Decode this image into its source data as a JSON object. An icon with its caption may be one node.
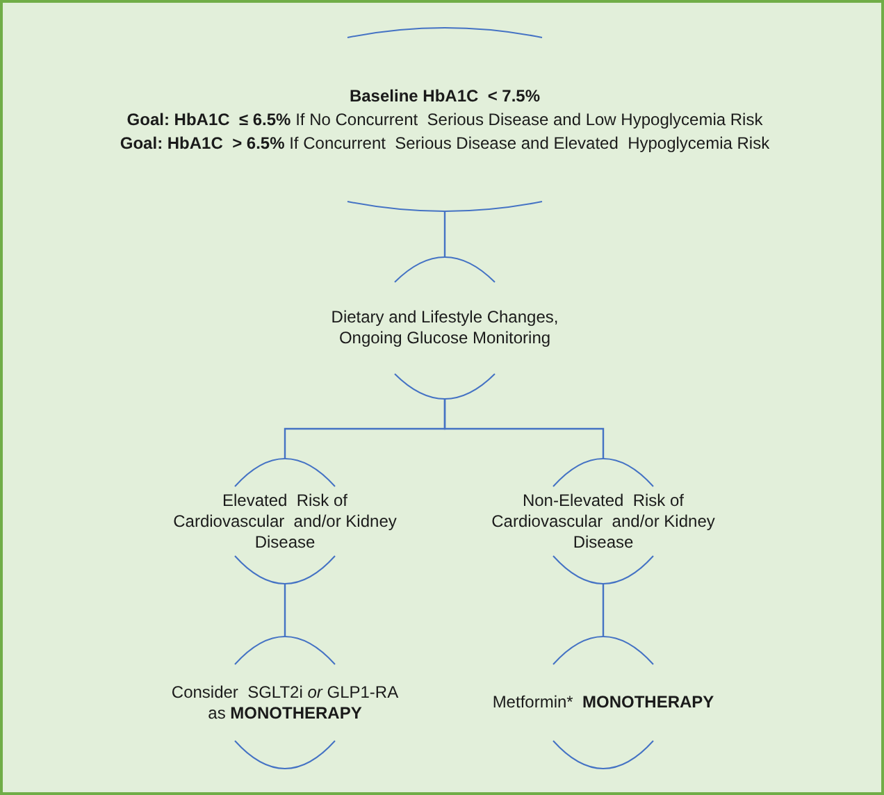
{
  "diagram": {
    "nodes": [
      {
        "text": [
          "Baseline HbA1C  < 7.5%",
          "**Goal: HbA1C  ≤ 6.5%** If No Concurrent  Serious Disease and Low Hypoglycemia Risk",
          "**Goal: HbA1C  > 6.5%** If Concurrent  Serious Disease and Elevated  Hypoglycemia Risk"
        ]
      },
      {
        "text": [
          "Dietary and Lifestyle Changes, Ongoing Glucose Monitoring"
        ]
      },
      {
        "text": [
          "Elevated  Risk of Cardiovascular  and/or Kidney Disease"
        ]
      },
      {
        "text": [
          "Non-Elevated  Risk of Cardiovascular  and/or Kidney Disease"
        ]
      },
      {
        "text": [
          "Consider  SGLT2i *or* GLP1-RA as **MONOTHERAPY**"
        ]
      },
      {
        "text": [
          "Metformin*  **MONOTHERAPY**"
        ]
      }
    ],
    "edges": [
      {
        "from": 0,
        "to": 1,
        "arrow": "none"
      },
      {
        "from": 1,
        "to": 2,
        "arrow": "none"
      },
      {
        "from": 1,
        "to": 3,
        "arrow": "none"
      },
      {
        "from": 2,
        "to": 4,
        "arrow": "none"
      },
      {
        "from": 3,
        "to": 5,
        "arrow": "none"
      }
    ]
  }
}
